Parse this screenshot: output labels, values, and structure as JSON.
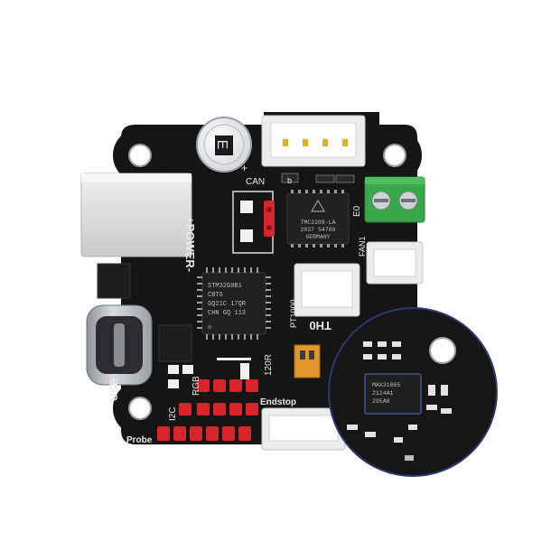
{
  "image": {
    "subject": "3D printer toolhead PCB render with magnified inset",
    "colors": {
      "pcb": "#141414",
      "silkscreen": "#e8e8e8",
      "header_red": "#d7262b",
      "terminal_green": "#3aa84a",
      "connector_white": "#e9e9e9",
      "usb_metal": "#b9bcc0",
      "magnifier_ring": "#30376b"
    }
  },
  "silkscreen": {
    "can": "CAN",
    "power": "+POWER-",
    "fan1": "FAN1",
    "e0": "E0",
    "pt1000": "PT1000",
    "th0": "TH0",
    "p120r": "120R",
    "rgb": "RGB",
    "i2c": "I2C",
    "usb": "USB",
    "probe": "Probe",
    "endstop": "Endstop",
    "plus": "+",
    "b_label": "b",
    "cap_mark": "E"
  },
  "chips": {
    "mcu": [
      "STM32G0B1",
      "CBT6",
      "GQ21C 17QR",
      "CHN GQ 113"
    ],
    "driver": [
      "TMC2209-LA",
      "2037 S4780",
      "GERMANY"
    ],
    "inset": [
      "MAX31865",
      "2124A1",
      "295A8"
    ]
  }
}
